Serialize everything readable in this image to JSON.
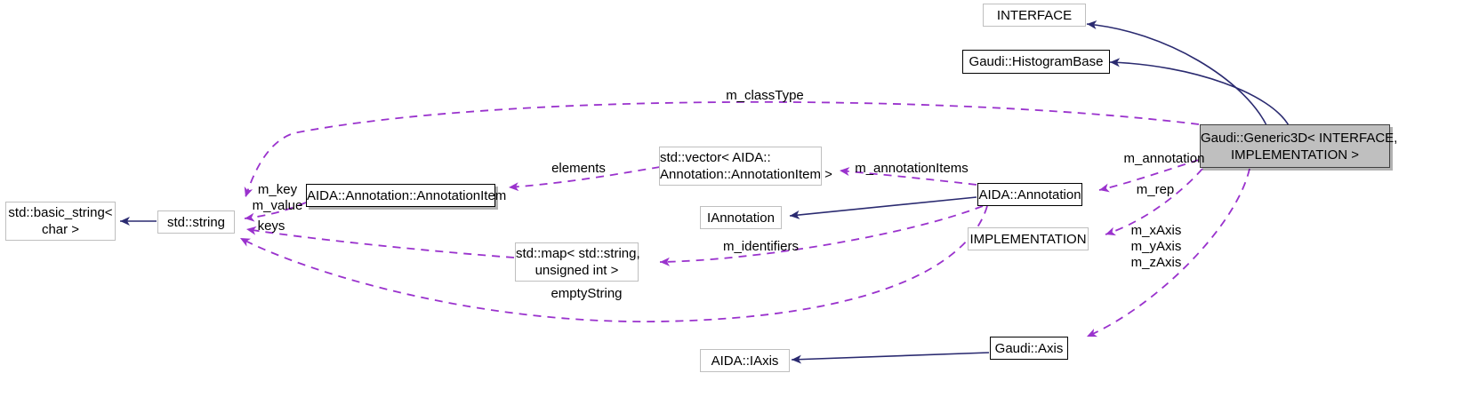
{
  "diagram": {
    "type": "collaboration-diagram",
    "title": "Gaudi::Generic3D< INTERFACE, IMPLEMENTATION > collaboration diagram",
    "colors": {
      "inheritance_edge": "#2a2a70",
      "usage_edge": "#9a32cd",
      "node_border_black": "#000000",
      "node_border_gray": "#bfbfbf",
      "highlight_fill": "#bfbfbf",
      "background": "#ffffff"
    },
    "nodes": [
      {
        "id": "interface",
        "label": "INTERFACE",
        "style": "gray-border"
      },
      {
        "id": "histogrambase",
        "label": "Gaudi::HistogramBase",
        "style": "black-border"
      },
      {
        "id": "generic3d",
        "label": "Gaudi::Generic3D< INTERFACE,\nIMPLEMENTATION >",
        "style": "highlight"
      },
      {
        "id": "vector_item",
        "label": "std::vector< AIDA::\nAnnotation::AnnotationItem >",
        "style": "gray-border"
      },
      {
        "id": "annotation",
        "label": "AIDA::Annotation",
        "style": "black-border"
      },
      {
        "id": "annotationitem",
        "label": "AIDA::Annotation::AnnotationItem",
        "style": "black-border"
      },
      {
        "id": "iannotation",
        "label": "IAnnotation",
        "style": "gray-border"
      },
      {
        "id": "implementation",
        "label": "IMPLEMENTATION",
        "style": "gray-border"
      },
      {
        "id": "basic_string",
        "label": "std::basic_string<\nchar >",
        "style": "gray-border"
      },
      {
        "id": "string",
        "label": "std::string",
        "style": "gray-border"
      },
      {
        "id": "map_string_uint",
        "label": "std::map< std::string,\nunsigned int >",
        "style": "gray-border"
      },
      {
        "id": "iaxis",
        "label": "AIDA::IAxis",
        "style": "gray-border"
      },
      {
        "id": "gaudi_axis",
        "label": "Gaudi::Axis",
        "style": "black-border"
      }
    ],
    "edge_labels": [
      {
        "id": "m_classType",
        "text": "m_classType"
      },
      {
        "id": "elements",
        "text": "elements"
      },
      {
        "id": "m_annotationItems",
        "text": "m_annotationItems"
      },
      {
        "id": "m_annotation",
        "text": "m_annotation"
      },
      {
        "id": "m_rep",
        "text": "m_rep"
      },
      {
        "id": "m_key_m_value",
        "text": "m_key\nm_value"
      },
      {
        "id": "keys",
        "text": "keys"
      },
      {
        "id": "m_identifiers",
        "text": "m_identifiers"
      },
      {
        "id": "emptyString",
        "text": "emptyString"
      },
      {
        "id": "m_axes",
        "text": "m_xAxis\nm_yAxis\nm_zAxis"
      }
    ],
    "edges": [
      {
        "from": "generic3d",
        "to": "interface",
        "kind": "inheritance",
        "label": ""
      },
      {
        "from": "generic3d",
        "to": "histogrambase",
        "kind": "inheritance",
        "label": ""
      },
      {
        "from": "annotation",
        "to": "iannotation",
        "kind": "inheritance",
        "label": ""
      },
      {
        "from": "gaudi_axis",
        "to": "iaxis",
        "kind": "inheritance",
        "label": ""
      },
      {
        "from": "basic_string",
        "to": "string",
        "kind": "inheritance",
        "label": ""
      },
      {
        "from": "generic3d",
        "to": "string",
        "kind": "usage",
        "label": "m_classType"
      },
      {
        "from": "generic3d",
        "to": "annotation",
        "kind": "usage",
        "label": "m_annotation"
      },
      {
        "from": "generic3d",
        "to": "implementation",
        "kind": "usage",
        "label": "m_rep"
      },
      {
        "from": "generic3d",
        "to": "gaudi_axis",
        "kind": "usage",
        "label": "m_xAxis m_yAxis m_zAxis"
      },
      {
        "from": "annotation",
        "to": "vector_item",
        "kind": "usage",
        "label": "m_annotationItems"
      },
      {
        "from": "annotation",
        "to": "map_string_uint",
        "kind": "usage",
        "label": "m_identifiers"
      },
      {
        "from": "annotation",
        "to": "string",
        "kind": "usage",
        "label": "emptyString"
      },
      {
        "from": "vector_item",
        "to": "annotationitem",
        "kind": "usage",
        "label": "elements"
      },
      {
        "from": "annotationitem",
        "to": "string",
        "kind": "usage",
        "label": "m_key m_value"
      },
      {
        "from": "map_string_uint",
        "to": "string",
        "kind": "usage",
        "label": "keys"
      }
    ]
  }
}
